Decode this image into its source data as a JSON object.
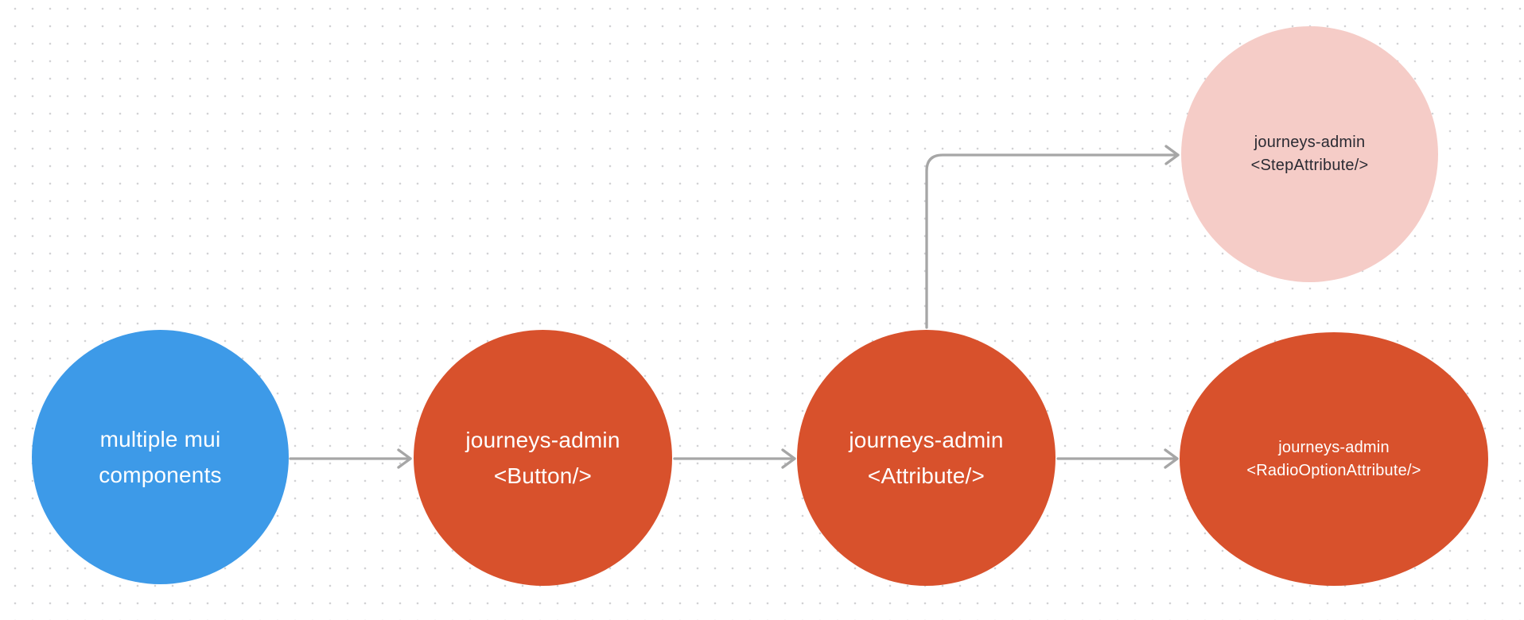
{
  "canvas": {
    "type": "flow-diagram"
  },
  "colors": {
    "bg": "#ffffff",
    "dot": "#d2d2d4",
    "edge": "#a6a6a6",
    "node-blue": "#3d9ae8",
    "node-orange": "#d8512c",
    "node-pink": "#f5ccc7",
    "text-light": "#ffffff",
    "text-dark": "#2b2b33"
  },
  "nodes": [
    {
      "id": "multiple-mui-components",
      "line1": "multiple mui",
      "line2": "components",
      "shape": "circle",
      "color": "#3d9ae8",
      "text_color": "#ffffff"
    },
    {
      "id": "button",
      "line1": "journeys-admin",
      "line2": "<Button/>",
      "shape": "circle",
      "color": "#d8512c",
      "text_color": "#ffffff"
    },
    {
      "id": "attribute",
      "line1": "journeys-admin",
      "line2": "<Attribute/>",
      "shape": "circle",
      "color": "#d8512c",
      "text_color": "#ffffff"
    },
    {
      "id": "step-attribute",
      "line1": "journeys-admin",
      "line2": "<StepAttribute/>",
      "shape": "circle",
      "color": "#f5ccc7",
      "text_color": "#2b2b33"
    },
    {
      "id": "radio-option-attribute",
      "line1": "journeys-admin",
      "line2": "<RadioOptionAttribute/>",
      "shape": "ellipse",
      "color": "#d8512c",
      "text_color": "#ffffff"
    }
  ],
  "edges": [
    {
      "from": "multiple-mui-components",
      "to": "button",
      "style": "straight-arrow"
    },
    {
      "from": "button",
      "to": "attribute",
      "style": "straight-arrow"
    },
    {
      "from": "attribute",
      "to": "radio-option-attribute",
      "style": "straight-arrow"
    },
    {
      "from": "attribute",
      "to": "step-attribute",
      "style": "elbow-arrow"
    }
  ]
}
